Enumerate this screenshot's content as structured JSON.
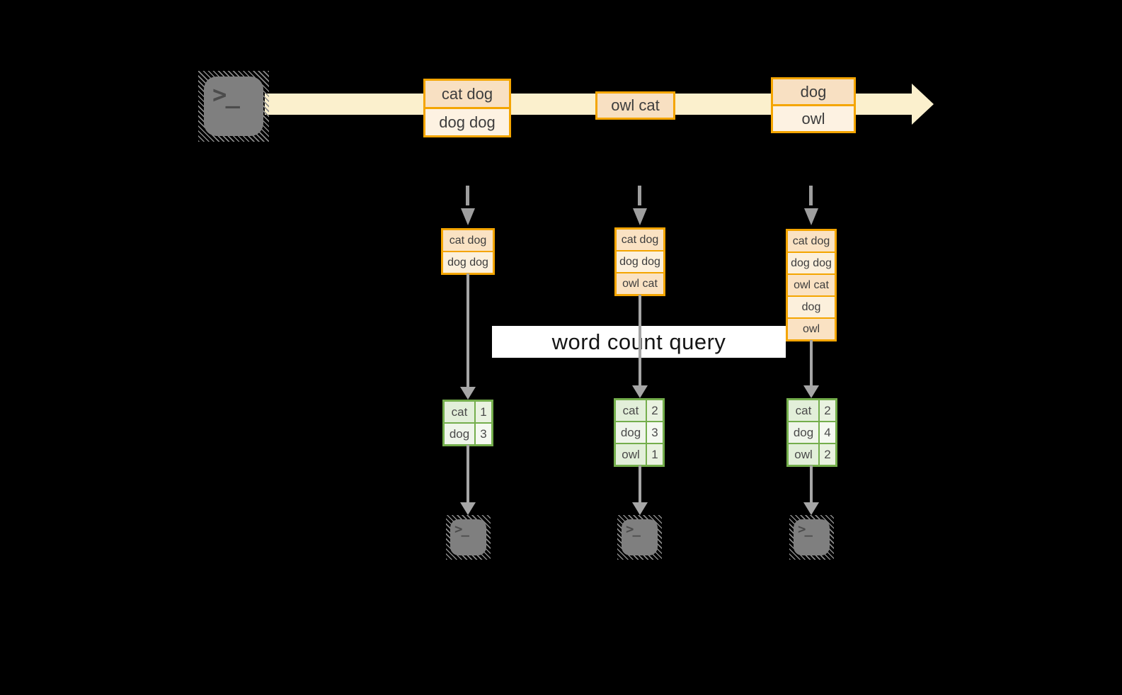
{
  "diagram": {
    "query_label": "word count query",
    "terminal_prompt": ">_",
    "palette": {
      "stream_yellow": "#FBF0CD",
      "box_border_amber": "#F4A500",
      "box_fill_peach": "#F8E0C2",
      "box_fill_cream": "#FDF2E2",
      "table_border_green": "#74AE4C",
      "table_fill_green": "#E2EFD9",
      "arrow_gray": "#A6A6A6",
      "terminal_gray": "#7F7F7F"
    },
    "stream_events": [
      {
        "lines": [
          "cat dog",
          "dog dog"
        ]
      },
      {
        "lines": [
          "owl cat"
        ]
      },
      {
        "lines": [
          "dog",
          "owl"
        ]
      }
    ],
    "columns": [
      {
        "window": [
          "cat dog",
          "dog dog"
        ],
        "counts": [
          {
            "word": "cat",
            "count": "1"
          },
          {
            "word": "dog",
            "count": "3"
          }
        ]
      },
      {
        "window": [
          "cat dog",
          "dog dog",
          "owl cat"
        ],
        "counts": [
          {
            "word": "cat",
            "count": "2"
          },
          {
            "word": "dog",
            "count": "3"
          },
          {
            "word": "owl",
            "count": "1"
          }
        ]
      },
      {
        "window": [
          "cat dog",
          "dog dog",
          "owl cat",
          "dog",
          "owl"
        ],
        "counts": [
          {
            "word": "cat",
            "count": "2"
          },
          {
            "word": "dog",
            "count": "4"
          },
          {
            "word": "owl",
            "count": "2"
          }
        ]
      }
    ]
  }
}
